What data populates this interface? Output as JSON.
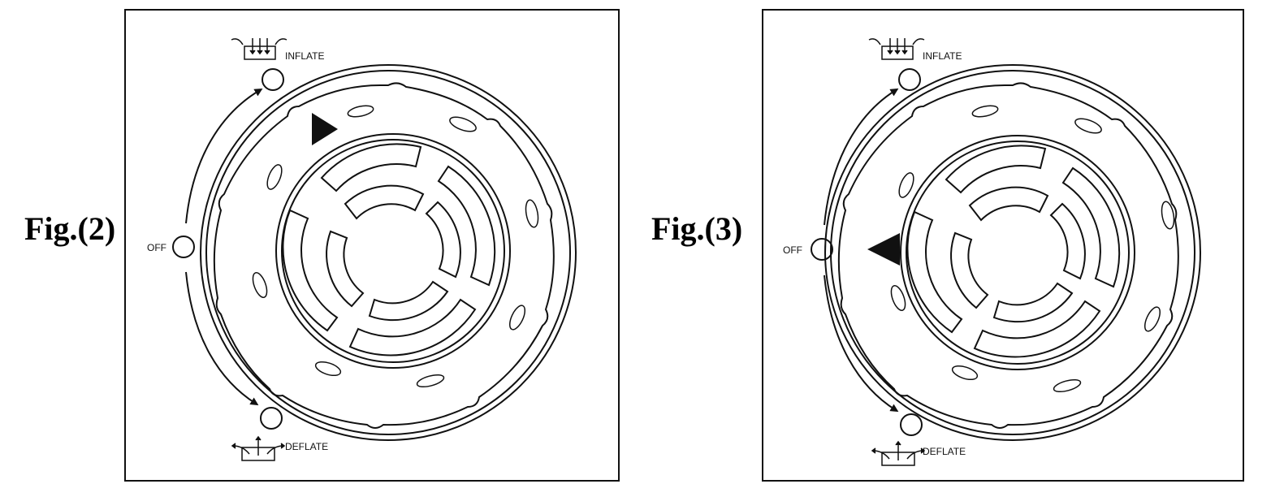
{
  "figures": [
    {
      "caption": "Fig.(2)",
      "pointer": "right",
      "labels": {
        "inflate": "INFLATE",
        "off": "OFF",
        "deflate": "DEFLATE"
      }
    },
    {
      "caption": "Fig.(3)",
      "pointer": "left",
      "labels": {
        "inflate": "INFLATE",
        "off": "OFF",
        "deflate": "DEFLATE"
      }
    }
  ],
  "colors": {
    "line": "#111111",
    "background": "#ffffff"
  }
}
